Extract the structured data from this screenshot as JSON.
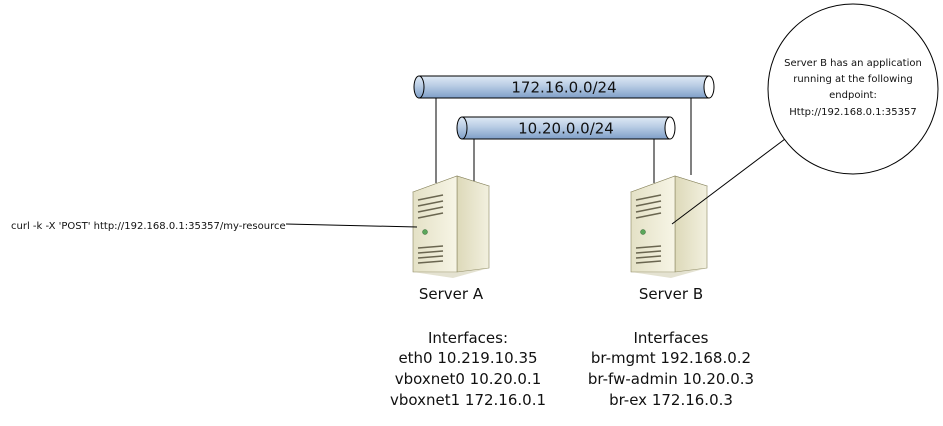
{
  "networks": {
    "net_a": {
      "label": "172.16.0.0/24"
    },
    "net_b": {
      "label": "10.20.0.0/24"
    }
  },
  "servers": {
    "a": {
      "label": "Server A",
      "interfaces_title": "Interfaces:",
      "interfaces": [
        "eth0 10.219.10.35",
        "vboxnet0 10.20.0.1",
        "vboxnet1 172.16.0.1"
      ]
    },
    "b": {
      "label": "Server B",
      "interfaces_title": "Interfaces",
      "interfaces": [
        "br-mgmt 192.168.0.2",
        "br-fw-admin 10.20.0.3",
        "br-ex 172.16.0.3"
      ]
    }
  },
  "curl_command": "curl -k -X 'POST' http://192.168.0.1:35357/my-resource",
  "callout": {
    "lines": [
      "Server B has an application",
      "running at the following",
      "endpoint:",
      "Http://192.168.0.1:35357"
    ]
  },
  "colors": {
    "pipe_fill": "#b8cce4",
    "pipe_dark": "#7f9fc8",
    "server_body": "#efedd8",
    "server_front": "#f6f4e3",
    "server_shadow": "#c9c5a3",
    "server_led": "#5aa65a"
  }
}
